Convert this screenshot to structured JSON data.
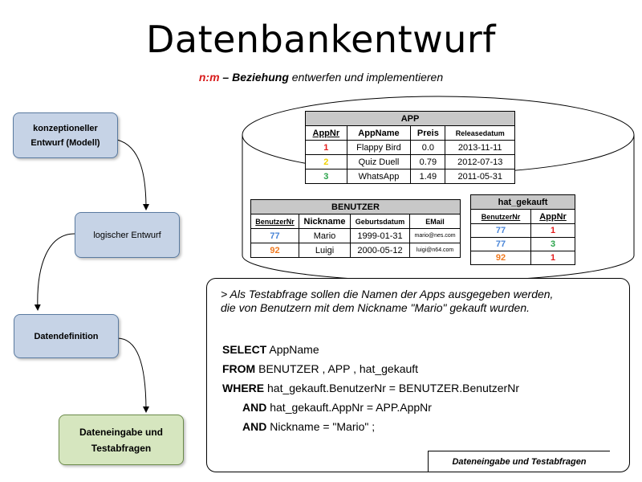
{
  "title": "Datenbankentwurf",
  "subtitle": {
    "nm": "n:m",
    "dash": " – ",
    "beziehung": "Beziehung",
    "rest": " entwerfen und implementieren"
  },
  "steps": [
    {
      "line1": "konzeptioneller",
      "line2": "Entwurf (Modell)"
    },
    {
      "line1": "logischer Entwurf"
    },
    {
      "line1": "Datendefinition"
    },
    {
      "line1": "Dateneingabe und",
      "line2": "Testabfragen"
    }
  ],
  "app_table": {
    "caption": "APP",
    "headers": [
      "AppNr",
      "AppName",
      "Preis",
      "Releasedatum"
    ],
    "rows": [
      [
        "1",
        "Flappy Bird",
        "0.0",
        "2013-11-11"
      ],
      [
        "2",
        "Quiz Duell",
        "0.79",
        "2012-07-13"
      ],
      [
        "3",
        "WhatsApp",
        "1.49",
        "2011-05-31"
      ]
    ]
  },
  "benutzer_table": {
    "caption": "BENUTZER",
    "headers": [
      "BenutzerNr",
      "Nickname",
      "Geburtsdatum",
      "EMail"
    ],
    "rows": [
      [
        "77",
        "Mario",
        "1999-01-31",
        "mario@nes.com"
      ],
      [
        "92",
        "Luigi",
        "2000-05-12",
        "luigi@n64.com"
      ]
    ]
  },
  "hat_gekauft_table": {
    "caption": "hat_gekauft",
    "headers": [
      "BenutzerNr",
      "AppNr"
    ],
    "rows": [
      [
        "77",
        "1"
      ],
      [
        "77",
        "3"
      ],
      [
        "92",
        "1"
      ]
    ]
  },
  "colors": {
    "red": "#e41c1c",
    "yellow": "#f0d000",
    "green": "#2aa34a",
    "blue": "#4a86d8",
    "orange": "#f07a20",
    "step_fill": "#c6d3e6",
    "final_step_fill": "#d6e6bf"
  },
  "query": {
    "note_line1": "> Als Testabfrage sollen die Namen der Apps ausgegeben werden,",
    "note_line2": "die von Benutzern mit dem Nickname \"Mario\" gekauft wurden.",
    "lines": [
      {
        "kw": "SELECT",
        "text": " AppName"
      },
      {
        "kw": "FROM",
        "text": " BENUTZER , APP , hat_gekauft"
      },
      {
        "kw": "WHERE",
        "text": " hat_gekauft.BenutzerNr = BENUTZER.BenutzerNr"
      },
      {
        "kw": "AND",
        "text": " hat_gekauft.AppNr = APP.AppNr"
      },
      {
        "kw": "AND",
        "text": " Nickname = \"Mario\" ;"
      }
    ],
    "caption": "Dateneingabe und Testabfragen"
  }
}
